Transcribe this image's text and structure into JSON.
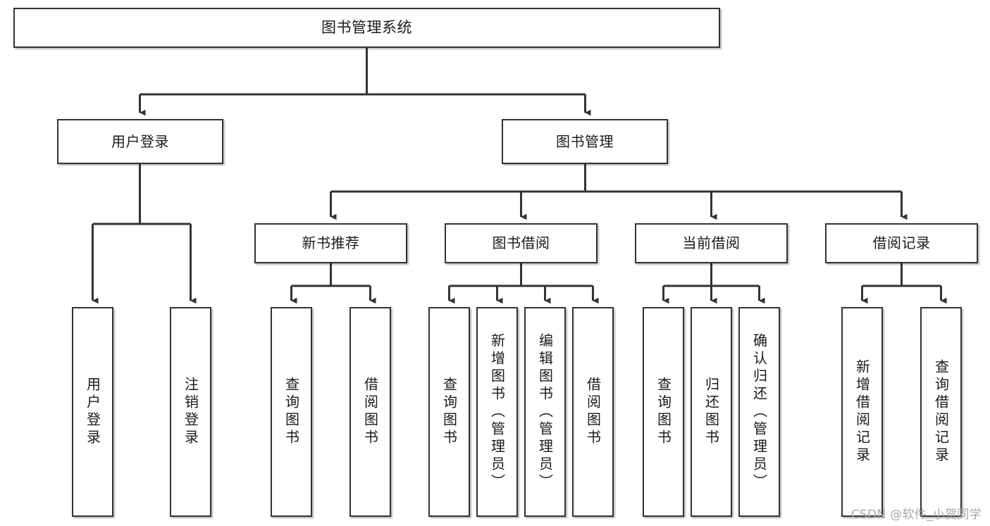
{
  "diagram": {
    "title": "图书管理系统",
    "type": "tree-hierarchy-chart",
    "colors": {
      "box_border": "#333333",
      "box_fill": "#ffffff",
      "connector": "#333333",
      "text": "#1a1a1a",
      "watermark": "#a8a8a8"
    },
    "root": {
      "label": "图书管理系统"
    },
    "level2": [
      {
        "label": "用户登录"
      },
      {
        "label": "图书管理"
      }
    ],
    "level3": [
      {
        "label": "新书推荐"
      },
      {
        "label": "图书借阅"
      },
      {
        "label": "当前借阅"
      },
      {
        "label": "借阅记录"
      }
    ],
    "leaves": {
      "user_login": [
        {
          "label": "用户登录"
        },
        {
          "label": "注销登录"
        }
      ],
      "new_book_recommend": [
        {
          "label": "查询图书"
        },
        {
          "label": "借阅图书"
        }
      ],
      "book_borrow": [
        {
          "label": "查询图书"
        },
        {
          "label": "新增图书（管理员）"
        },
        {
          "label": "编辑图书（管理员）"
        },
        {
          "label": "借阅图书"
        }
      ],
      "current_borrow": [
        {
          "label": "查询图书"
        },
        {
          "label": "归还图书"
        },
        {
          "label": "确认归还（管理员）"
        }
      ],
      "borrow_record": [
        {
          "label": "新增借阅记录"
        },
        {
          "label": "查询借阅记录"
        }
      ]
    }
  },
  "watermark": {
    "text": "CSDN @软件_小贺同学"
  }
}
